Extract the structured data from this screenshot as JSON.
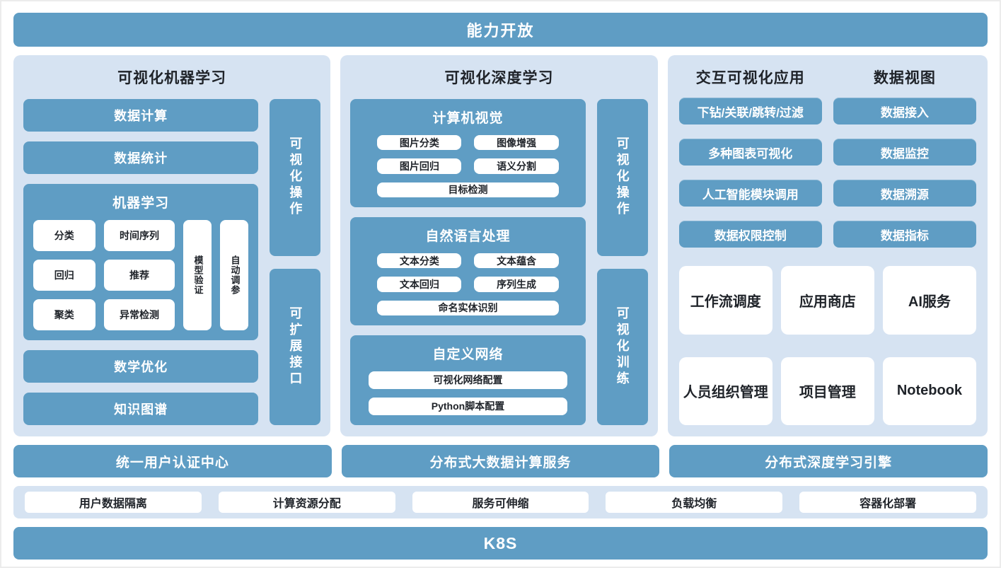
{
  "banner": {
    "title": "能力开放"
  },
  "ml_panel": {
    "title": "可视化机器学习",
    "bars_top": [
      "数据计算",
      "数据统计"
    ],
    "ml_block": {
      "title": "机器学习",
      "pills": [
        "分类",
        "时间序列",
        "回归",
        "推荐",
        "聚类",
        "异常检测"
      ],
      "vertical_pills": [
        "模型验证",
        "自动调参"
      ]
    },
    "bars_bottom": [
      "数学优化",
      "知识图谱"
    ],
    "side_bars": [
      "可视化操作",
      "可扩展接口"
    ]
  },
  "dl_panel": {
    "title": "可视化深度学习",
    "blocks": [
      {
        "title": "计算机视觉",
        "pills": [
          "图片分类",
          "图像增强",
          "图片回归",
          "语义分割"
        ],
        "wide_pills": [
          "目标检测"
        ]
      },
      {
        "title": "自然语言处理",
        "pills": [
          "文本分类",
          "文本蕴含",
          "文本回归",
          "序列生成"
        ],
        "wide_pills": [
          "命名实体识别"
        ]
      },
      {
        "title": "自定义网络",
        "pills": [],
        "wide_pills": [
          "可视化网络配置",
          "Python脚本配置"
        ]
      }
    ],
    "side_bars": [
      "可视化操作",
      "可视化训练"
    ]
  },
  "app_panel": {
    "columns": [
      {
        "title": "交互可视化应用",
        "buttons": [
          "下钻/关联/跳转/过滤",
          "多种图表可视化",
          "人工智能模块调用",
          "数据权限控制"
        ]
      },
      {
        "title": "数据视图",
        "buttons": [
          "数据接入",
          "数据监控",
          "数据溯源",
          "数据指标"
        ]
      }
    ],
    "cards": [
      "工作流调度",
      "应用商店",
      "AI服务",
      "人员组织管理",
      "项目管理",
      "Notebook"
    ]
  },
  "services": [
    "统一用户认证中心",
    "分布式大数据计算服务",
    "分布式深度学习引擎"
  ],
  "infra": [
    "用户数据隔离",
    "计算资源分配",
    "服务可伸缩",
    "负载均衡",
    "容器化部署"
  ],
  "platform": {
    "title": "K8S"
  },
  "colors": {
    "blue": "#5f9dc4",
    "panel_bg": "#d6e3f2",
    "text_dark": "#1f2329",
    "white": "#ffffff"
  }
}
